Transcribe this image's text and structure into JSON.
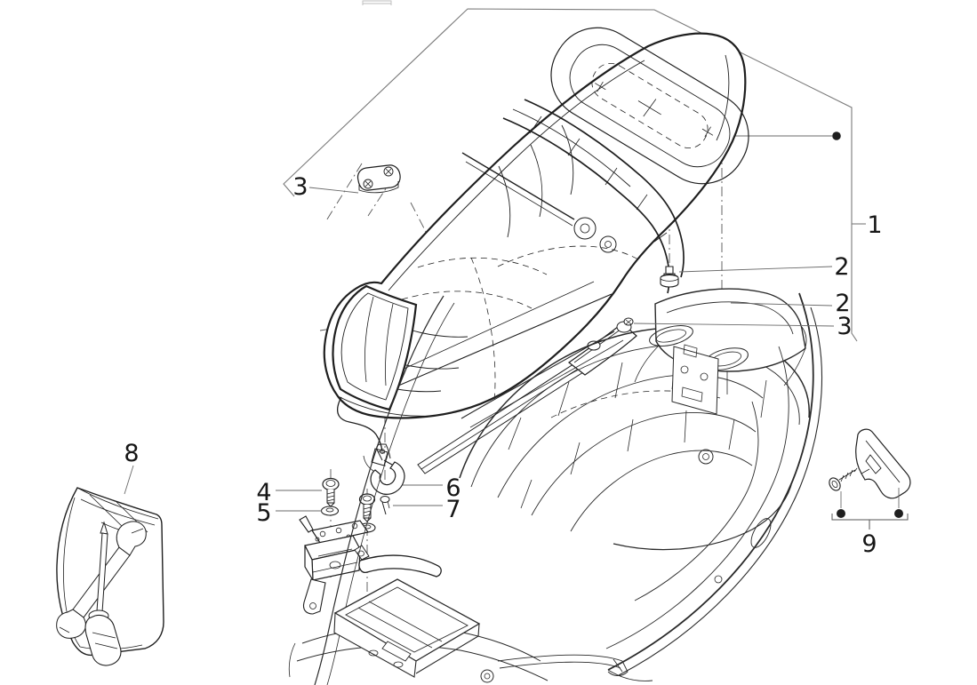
{
  "diagram": {
    "type": "exploded-parts-line-drawing",
    "background": "#ffffff",
    "ink_color": "#1f1f1f",
    "thin_line_color": "#3a3a3a",
    "leader_line_color": "#6a6a6a",
    "boundary_line_color": "#7a7a7a",
    "label_color": "#161616",
    "callouts": {
      "c1": "1",
      "c2a": "2",
      "c2b": "2",
      "c3a": "3",
      "c3b": "3",
      "c4": "4",
      "c5": "5",
      "c6": "6",
      "c7": "7",
      "c8": "8",
      "c9": "9"
    }
  }
}
